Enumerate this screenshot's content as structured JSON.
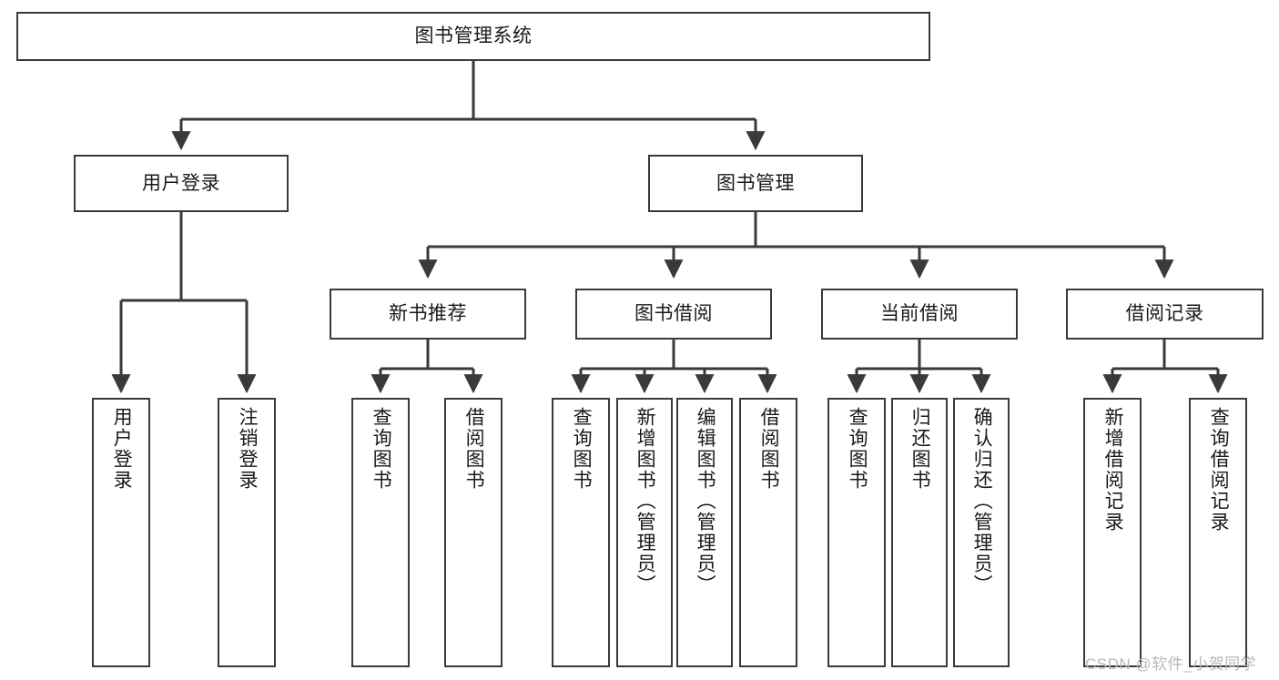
{
  "diagram": {
    "title": "图书管理系统",
    "type": "tree-hierarchy-diagram",
    "style": {
      "stroke": "#3a3a3a",
      "fill": "#ffffff",
      "text": "#1a1a1a",
      "watermark_color": "#b9b9b9"
    },
    "root": {
      "label": "图书管理系统"
    },
    "level2": [
      {
        "label": "用户登录"
      },
      {
        "label": "图书管理"
      }
    ],
    "level3": [
      {
        "label": "新书推荐"
      },
      {
        "label": "图书借阅"
      },
      {
        "label": "当前借阅"
      },
      {
        "label": "借阅记录"
      }
    ],
    "leaves": {
      "user_login": [
        {
          "label": "用户登录"
        },
        {
          "label": "注销登录"
        }
      ],
      "new_book_recommend": [
        {
          "label": "查询图书"
        },
        {
          "label": "借阅图书"
        }
      ],
      "book_borrow": [
        {
          "label": "查询图书"
        },
        {
          "label": "新增图书（管理员）"
        },
        {
          "label": "编辑图书（管理员）"
        },
        {
          "label": "借阅图书"
        }
      ],
      "current_borrow": [
        {
          "label": "查询图书"
        },
        {
          "label": "归还图书"
        },
        {
          "label": "确认归还（管理员）"
        }
      ],
      "borrow_record": [
        {
          "label": "新增借阅记录"
        },
        {
          "label": "查询借阅记录"
        }
      ]
    }
  },
  "watermark": {
    "text": "CSDN @软件_小贺同学"
  }
}
